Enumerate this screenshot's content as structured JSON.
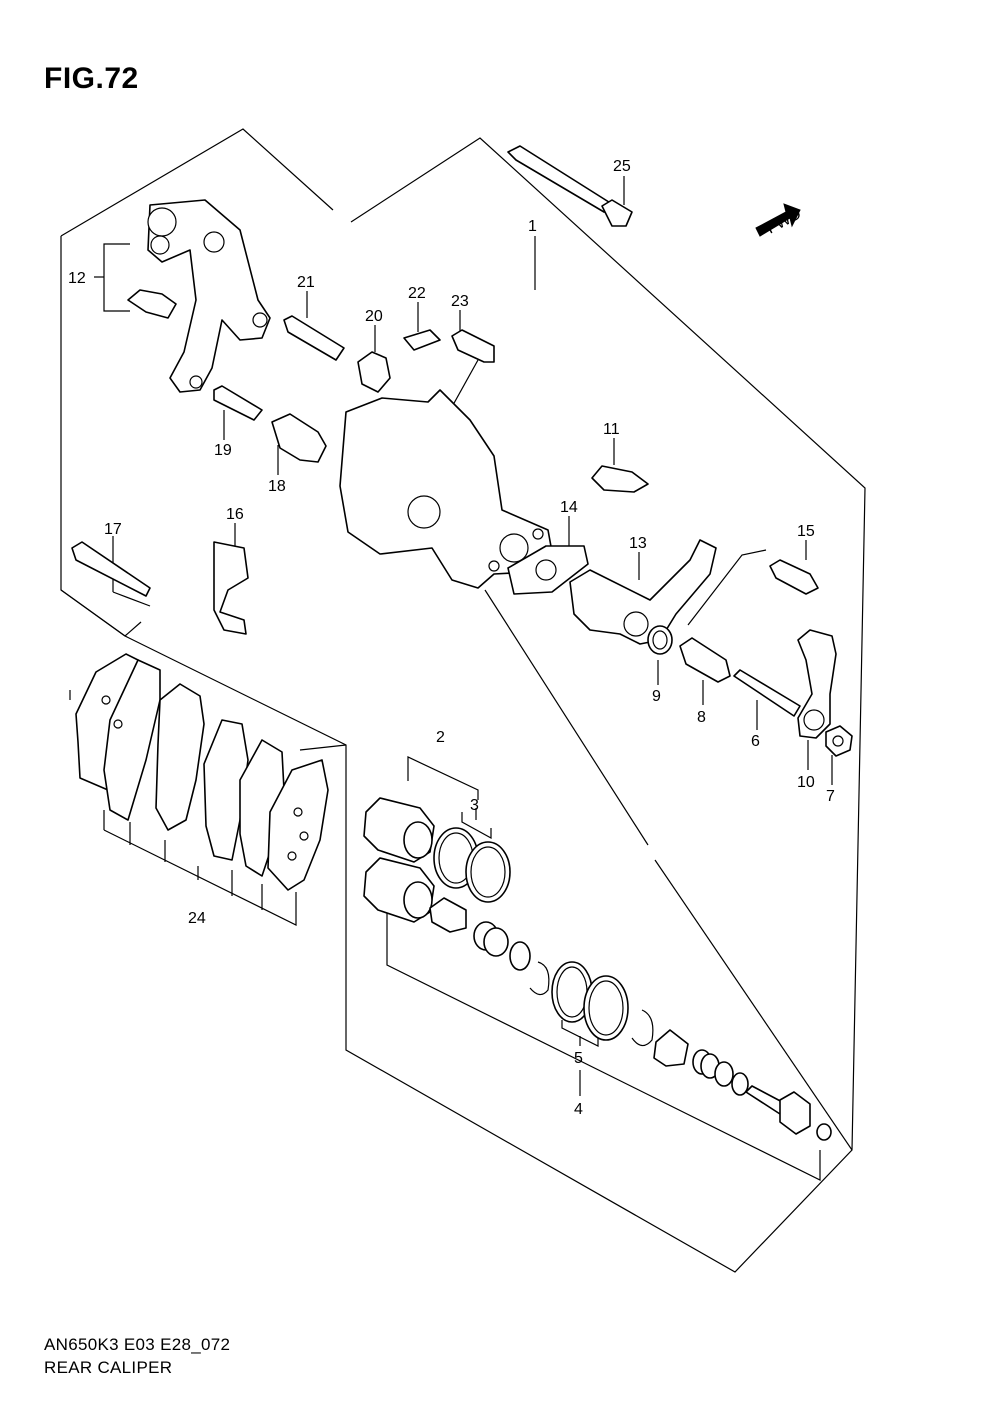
{
  "figure_title": "FIG.72",
  "model_code": "AN650K3 E03 E28_072",
  "caption": "REAR CALIPER",
  "fwd_label": "FWD",
  "callouts": [
    "1",
    "2",
    "3",
    "4",
    "5",
    "6",
    "7",
    "8",
    "9",
    "10",
    "11",
    "12",
    "13",
    "14",
    "15",
    "16",
    "17",
    "18",
    "19",
    "20",
    "21",
    "22",
    "23",
    "24",
    "25"
  ]
}
